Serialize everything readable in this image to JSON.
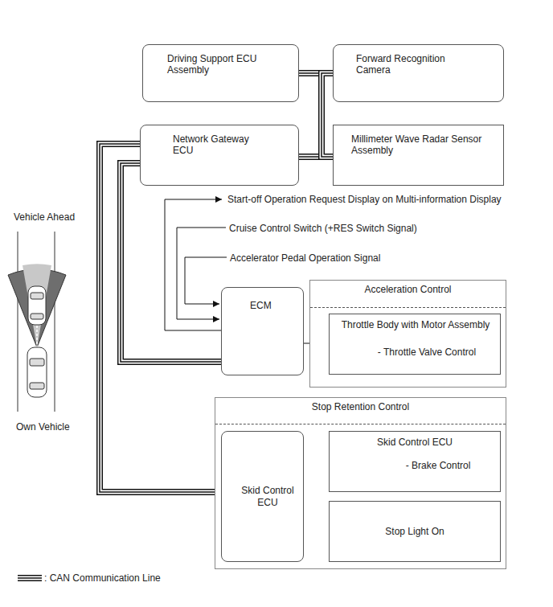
{
  "diagram": {
    "nodes": [
      {
        "text": [
          "Driving Support ECU Assembly"
        ]
      },
      {
        "text": [
          "Forward Recognition Camera"
        ]
      },
      {
        "text": [
          "Network Gateway ECU"
        ]
      },
      {
        "text": [
          "Millimeter Wave Radar Sensor Assembly"
        ]
      },
      {
        "text": [
          "ECM"
        ]
      },
      {
        "text": [
          "Acceleration Control"
        ]
      },
      {
        "text": [
          "Throttle Body with Motor Assembly",
          "- Throttle Valve Control"
        ],
        "in": 5
      },
      {
        "text": [
          "Stop Retention Control"
        ]
      },
      {
        "text": [
          "Skid Control ECU"
        ],
        "in": 7
      },
      {
        "text": [
          "Skid Control ECU",
          "- Brake Control"
        ],
        "in": 7
      },
      {
        "text": [
          "Stop Light On"
        ],
        "in": 7
      }
    ],
    "edges": [
      {
        "from": 0,
        "to": 1,
        "arrow": "none"
      },
      {
        "from": 2,
        "to": 3,
        "arrow": "none"
      },
      {
        "from": 0,
        "to": 2,
        "arrow": "none"
      },
      {
        "from": 1,
        "to": 3,
        "arrow": "none"
      },
      {
        "from": 2,
        "to": 4,
        "arrow": "none"
      },
      {
        "from": 2,
        "to": 8,
        "arrow": "none"
      },
      {
        "from": 4,
        "to": 6,
        "arrow": "to"
      },
      {
        "from": 8,
        "to": 9,
        "arrow": "to"
      },
      {
        "from": 8,
        "to": 10,
        "arrow": "to"
      }
    ],
    "labels": [
      "Start-off Operation Request Display on Multi-information Display",
      "Cruise Control Switch (+RES Switch Signal)",
      "Accelerator Pedal Operation Signal",
      "Vehicle Ahead",
      "Own Vehicle"
    ],
    "legend": [
      {
        "text": ": CAN Communication Line"
      }
    ]
  }
}
